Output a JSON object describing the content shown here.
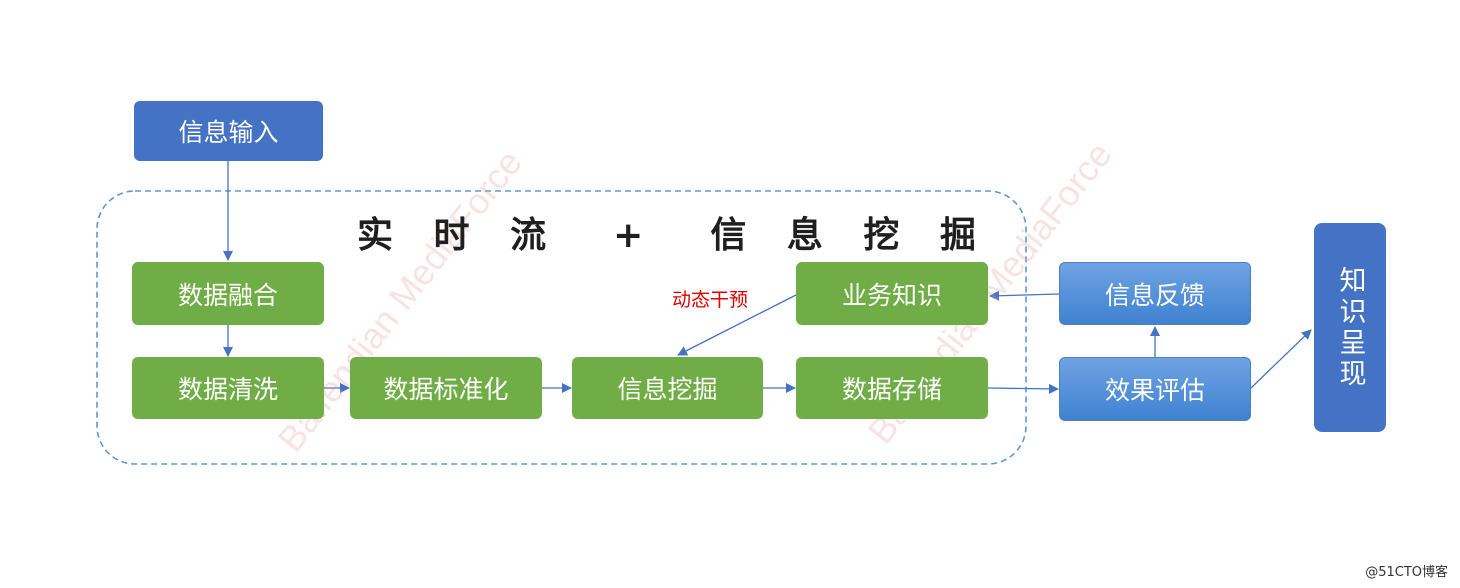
{
  "diagram": {
    "title": "实 时 流  +  信 息 挖 掘",
    "annotation": "动态干预",
    "nodes": {
      "info_input": "信息输入",
      "data_fusion": "数据融合",
      "data_cleaning": "数据清洗",
      "data_standardization": "数据标准化",
      "info_mining": "信息挖掘",
      "data_storage": "数据存储",
      "business_knowledge": "业务知识",
      "info_feedback": "信息反馈",
      "effect_evaluation": "效果评估",
      "knowledge_presentation": "知识呈现"
    },
    "colors": {
      "dark_blue": "#4472c4",
      "green": "#70ad47",
      "light_blue": "#5b9bd5",
      "arrow": "#4472c4",
      "annotation": "#e00000",
      "dashed_border": "#5b9bd5"
    }
  },
  "watermark": "Baifendian MediaForce",
  "credit": "@51CTO博客"
}
